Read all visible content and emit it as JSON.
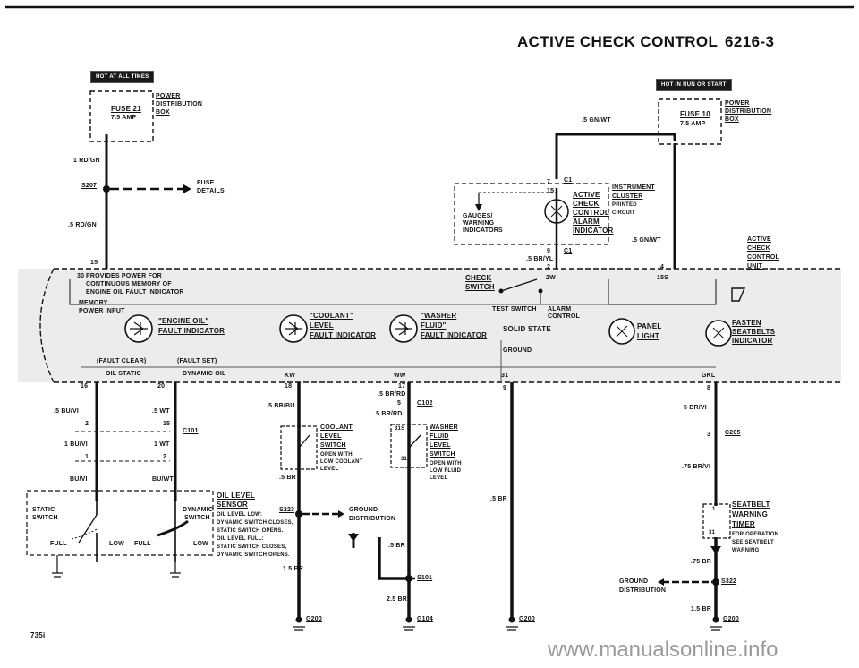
{
  "header": {
    "title": "ACTIVE CHECK CONTROL",
    "page_number": "6216-3"
  },
  "badges": {
    "left": "HOT AT ALL TIMES",
    "right": "HOT IN RUN OR START"
  },
  "left_fuse": {
    "name": "FUSE 21",
    "rating": "7.5 AMP",
    "box_label_1": "POWER",
    "box_label_2": "DISTRIBUTION",
    "box_label_3": "BOX"
  },
  "right_fuse": {
    "name": "FUSE 10",
    "rating": "7.5 AMP",
    "box_label_1": "POWER",
    "box_label_2": "DISTRIBUTION",
    "box_label_3": "BOX"
  },
  "wires": {
    "rd_gn_1": "1 RD/GN",
    "rd_gn_5": ".5 RD/GN",
    "gn_wt_top": ".5 GN/WT",
    "gn_wt_mid": ".5 GN/WT",
    "br_yl": ".5 BR/YL",
    "br_bu": ".5 BR/BU",
    "br_rd_1": ".5 BR/RD",
    "br_rd_2": ".5 BR/RD",
    "bu_vi_5": ".5 BU/VI",
    "wt_5": ".5 WT",
    "bu_vi_1": "1 BU/VI",
    "wt_1": "1 WT",
    "bu_vi": "BU/VI",
    "bu_wt": "BU/WT",
    "br_5a": ".5 BR",
    "br_5b": ".5 BR",
    "br_5c": ".5 BR",
    "br_15": "1.5 BR",
    "br_25": "2.5 BR",
    "br_vi_5": "5 BR/VI",
    "br_vi_75": ".75 BR/VI",
    "br_75": ".75 BR",
    "br_15b": "1.5 BR"
  },
  "splices": {
    "s207": "S207",
    "fuse_details_1": "FUSE",
    "fuse_details_2": "DETAILS",
    "s223": "S223",
    "s101": "S101",
    "s322": "S322"
  },
  "connectors": {
    "c1_top": "C1",
    "c1_bottom": "C1",
    "c102": "C102",
    "c101": "C101",
    "c205": "C205"
  },
  "pins": {
    "p15a": "15",
    "p30": "30",
    "p16": "16",
    "p20": "20",
    "p18": "18",
    "p17": "17",
    "p5": "5",
    "p2a": "2",
    "p15b": "15",
    "p1": "1",
    "p2b": "2",
    "p31a": "31",
    "p9": "9",
    "p8": "8",
    "p3": "3",
    "p4": "4",
    "p7": "7",
    "p15c": "15",
    "p9b": "9",
    "p2c": "2",
    "p2d": "2"
  },
  "cluster": {
    "gauges_1": "GAUGES/",
    "gauges_2": "WARNING",
    "gauges_3": "INDICATORS",
    "active_1": "ACTIVE",
    "active_2": "CHECK",
    "active_3": "CONTROL",
    "active_4": "ALARM",
    "active_5": "INDICATOR",
    "label_1": "INSTRUMENT",
    "label_2": "CLUSTER",
    "label_3": "PRINTED",
    "label_4": "CIRCUIT"
  },
  "unit": {
    "name_1": "ACTIVE",
    "name_2": "CHECK",
    "name_3": "CONTROL",
    "name_4": "UNIT",
    "provides_1": "PROVIDES POWER FOR",
    "provides_2": "CONTINUOUS MEMORY OF",
    "provides_3": "ENGINE OIL FAULT INDICATOR",
    "memory_1": "MEMORY",
    "memory_2": "POWER INPUT",
    "check_switch_1": "CHECK",
    "check_switch_2": "SWITCH",
    "test_switch": "TEST SWITCH",
    "alarm_1": "ALARM",
    "alarm_2": "CONTROL",
    "solid_state": "SOLID STATE",
    "ground": "GROUND",
    "engine_oil_1": "\"ENGINE OIL\"",
    "engine_oil_2": "FAULT INDICATOR",
    "coolant_1": "\"COOLANT\"",
    "coolant_2": "LEVEL",
    "coolant_3": "FAULT INDICATOR",
    "washer_1": "\"WASHER",
    "washer_2": "FLUID\"",
    "washer_3": "FAULT INDICATOR",
    "panel_1": "PANEL",
    "panel_2": "LIGHT",
    "fasten_1": "FASTEN",
    "fasten_2": "SEATBELTS",
    "fasten_3": "INDICATOR",
    "fault_clear": "(FAULT CLEAR)",
    "fault_set": "(FAULT SET)",
    "oil_static": "OIL STATIC",
    "dynamic_oil": "DYNAMIC OIL",
    "kw": "KW",
    "ww": "WW",
    "gkl": "GKL",
    "pin_31": "31",
    "pin_2w": "2W",
    "pin_15s": "15S"
  },
  "coolant_switch": {
    "l1": "COOLANT",
    "l2": "LEVEL",
    "l3": "SWITCH",
    "l4": "OPEN WITH",
    "l5": "LOW COOLANT",
    "l6": "LEVEL"
  },
  "washer_switch": {
    "l1": "WASHER",
    "l2": "FLUID",
    "l3": "LEVEL",
    "l4": "SWITCH",
    "l5": "OPEN WITH",
    "l6": "LOW FLUID",
    "l7": "LEVEL",
    "pin_a": "31S",
    "pin_b": "31"
  },
  "oil_sensor": {
    "static": "STATIC",
    "static_2": "SWITCH",
    "dynamic": "DYNAMIC",
    "dynamic_2": "SWITCH",
    "full_l": "FULL",
    "low_l": "LOW",
    "full_r": "FULL",
    "low_r": "LOW",
    "l1": "OIL LEVEL",
    "l2": "SENSOR",
    "l3": "OIL LEVEL LOW:",
    "l4": "DYNAMIC SWITCH CLOSES,",
    "l5": "STATIC SWITCH OPENS.",
    "l6": "OIL LEVEL FULL:",
    "l7": "STATIC SWITCH CLOSES,",
    "l8": "DYNAMIC SWITCH OPENS."
  },
  "ground_dist": {
    "l1": "GROUND",
    "l2": "DISTRIBUTION",
    "r1": "GROUND",
    "r2": "DISTRIBUTION"
  },
  "seatbelt": {
    "l1": "SEATBELT",
    "l2": "WARNING",
    "l3": "TIMER",
    "l4": "FOR OPERATION",
    "l5": "SEE SEATBELT",
    "l6": "WARNING",
    "pin_1": "1",
    "pin_31": "31"
  },
  "grounds": {
    "g200a": "G200",
    "g104": "G104",
    "g200b": "G200",
    "g200c": "G200"
  },
  "footer": {
    "model": "735i",
    "watermark": "www.manualsonline.info"
  }
}
